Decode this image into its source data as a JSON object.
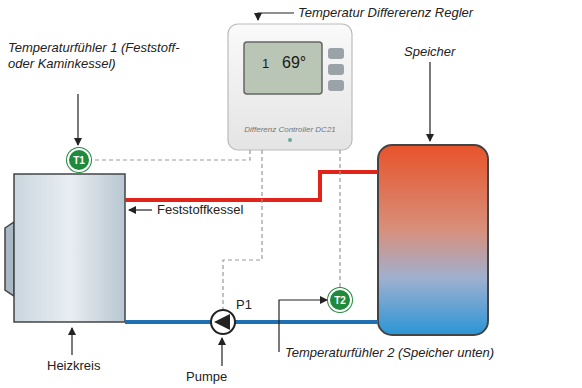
{
  "diagram": {
    "nodes": [
      {
        "text": [
          "Differenz Controller DC21"
        ]
      },
      {
        "text": [
          "T1"
        ]
      },
      {
        "text": [
          "T2"
        ]
      }
    ],
    "edges": [
      {
        "from": 0,
        "to": 1,
        "arrow": "none"
      },
      {
        "from": 0,
        "to": 2,
        "arrow": "none"
      }
    ],
    "labels": [
      "Temperatur Differerenz Regler",
      "1",
      "69°",
      "Temperaturfühler 1 (Feststoff- oder Kaminkessel)",
      "Speicher",
      "Feststoffkessel",
      "P1",
      "Heizkreis",
      "Pumpe",
      "Temperaturfühler 2 (Speicher unten)"
    ]
  }
}
